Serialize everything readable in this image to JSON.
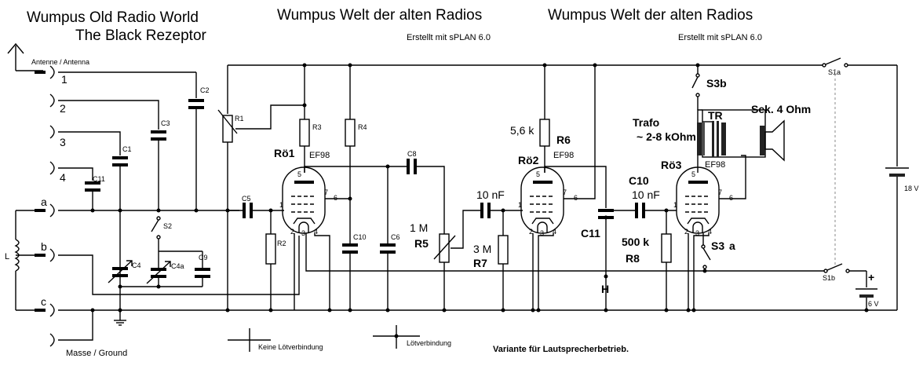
{
  "titles": {
    "en_line1": "Wumpus Old Radio World",
    "en_line2": "The Black Rezeptor",
    "de_1": "Wumpus Welt der alten Radios",
    "de_2": "Wumpus Welt der alten Radios",
    "credit_1": "Erstellt mit sPLAN 6.0",
    "credit_2": "Erstellt mit sPLAN 6.0"
  },
  "antenna": {
    "label": "Antenne / Antenna",
    "taps": [
      "1",
      "2",
      "3",
      "4"
    ],
    "coil_taps": [
      "a",
      "b",
      "c"
    ],
    "coil": "L",
    "ground": "Masse / Ground"
  },
  "components": {
    "C1": "C1",
    "C2": "C2",
    "C3": "C3",
    "C4": "C4",
    "C4a": "C4a",
    "C5": "C5",
    "C6": "C6",
    "C8": "C8",
    "C9": "C9",
    "C10": "C10",
    "C11": "C11",
    "C10b": "C10",
    "C10b_val": "10 nF",
    "C11b": "C11",
    "R1": "R1",
    "R2": "R2",
    "R3": "R3",
    "R4": "R4",
    "R5": "R5",
    "R5_val": "1 M",
    "C7_val": "10 nF",
    "R6": "R6",
    "R6_val": "5,6 k",
    "R7": "R7",
    "R7_val": "3 M",
    "R8": "R8",
    "R8_val": "500 k",
    "S2": "S2",
    "S3a": "S3",
    "S3a_suffix": "a",
    "S3b": "S3b",
    "S1a": "S1a",
    "S1b": "S1b",
    "H": "H"
  },
  "tubes": {
    "t1_name": "Rö1",
    "t1_type": "EF98",
    "t2_name": "Rö2",
    "t2_type": "EF98",
    "t3_name": "Rö3",
    "t3_type": "EF98",
    "pins": [
      "1",
      "2",
      "3",
      "4",
      "5",
      "6",
      "7"
    ]
  },
  "output": {
    "trafo": "Trafo",
    "trafo_ohm": "~ 2-8 kOhm",
    "tr": "TR",
    "speaker": "Sek. 4 Ohm"
  },
  "supply": {
    "b1": "18 V",
    "b2": "6 V",
    "plus": "+"
  },
  "legend": {
    "no_solder": "Keine Lötverbindung",
    "solder": "Lötverbindung",
    "variant": "Variante für Lautsprecherbetrieb."
  }
}
